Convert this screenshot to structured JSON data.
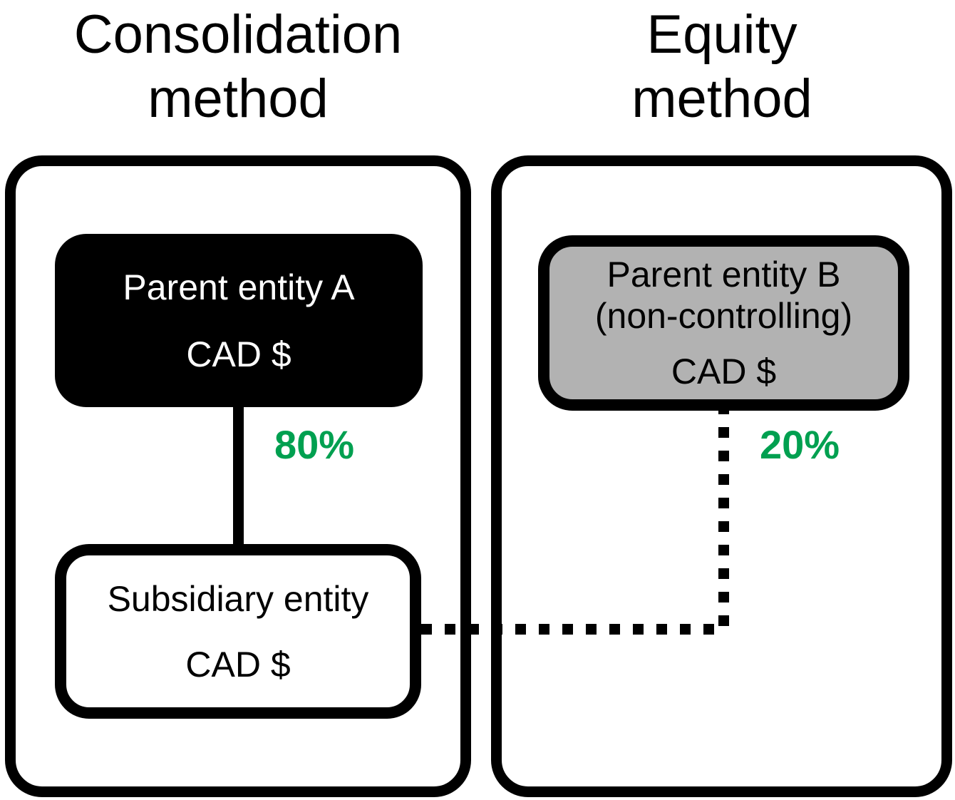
{
  "titles": {
    "consolidation": {
      "line1": "Consolidation",
      "line2": "method"
    },
    "equity": {
      "line1": "Equity",
      "line2": "method"
    }
  },
  "consolidation_panel": {
    "parent_box": {
      "name": "Parent entity A",
      "currency": "CAD $"
    },
    "subsidiary_box": {
      "name": "Subsidiary entity",
      "currency": "CAD $"
    },
    "ownership_label": "80%"
  },
  "equity_panel": {
    "parent_box": {
      "name": "Parent entity B",
      "qualifier": "(non-controlling)",
      "currency": "CAD $"
    },
    "ownership_label": "20%"
  },
  "colors": {
    "line_color": "#000000",
    "ownership_green": "#00A050",
    "parent_a_fill": "#000000",
    "parent_a_text": "#FFFFFF",
    "parent_b_fill": "#B2B2B2"
  }
}
